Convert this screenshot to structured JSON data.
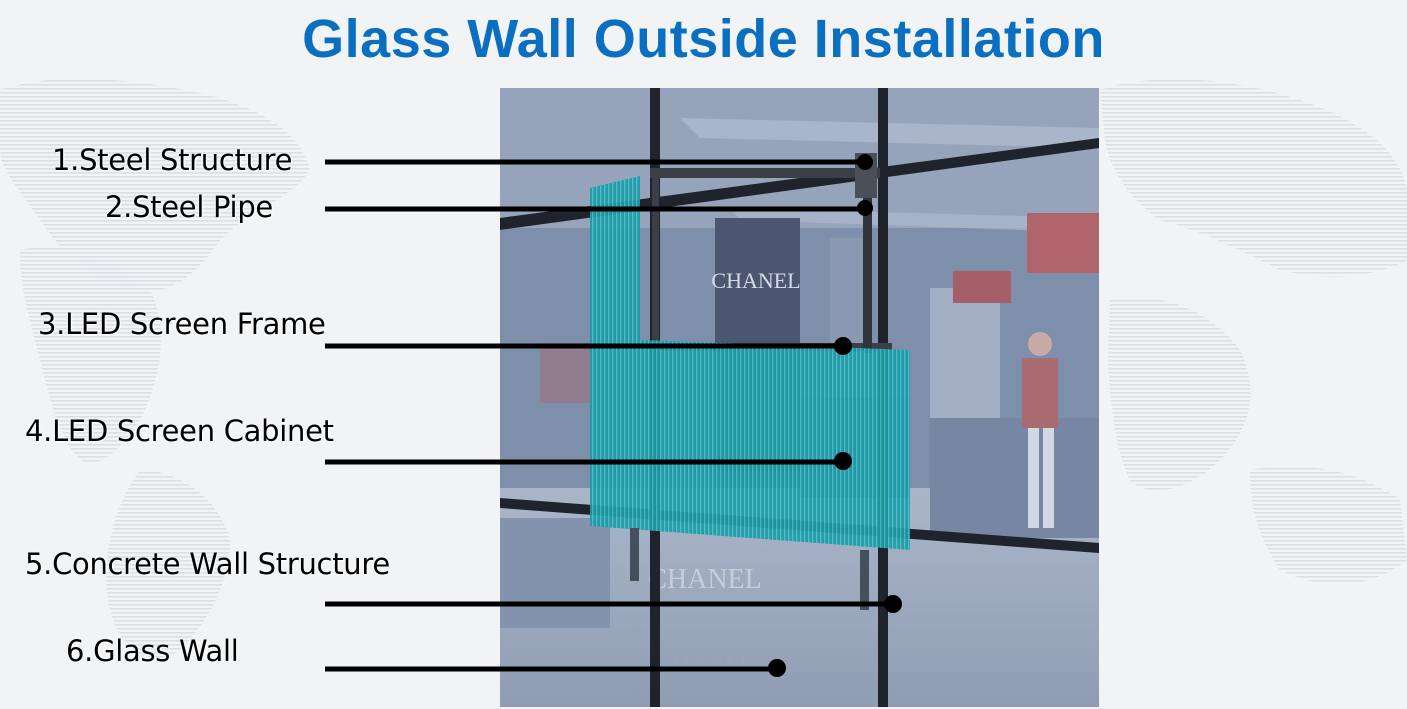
{
  "title": "Glass Wall Outside Installation",
  "labels": [
    {
      "id": "steel-structure",
      "text": "1.Steel Structure"
    },
    {
      "id": "steel-pipe",
      "text": "2.Steel Pipe"
    },
    {
      "id": "led-screen-frame",
      "text": "3.LED Screen Frame"
    },
    {
      "id": "led-screen-cabinet",
      "text": "4.LED Screen Cabinet"
    },
    {
      "id": "concrete-wall-structure",
      "text": "5.Concrete Wall Structure"
    },
    {
      "id": "glass-wall",
      "text": "6.Glass Wall"
    }
  ],
  "photo_signage": {
    "upper_brand": "CHANEL",
    "lower_brand": "CHANEL",
    "reflected_brand": "CHANEL"
  },
  "colors": {
    "title": "#0b6fc1",
    "label_text": "#000000",
    "leader_line": "#000000",
    "led_panel": "#1e9aa6",
    "photo_tint": "#7e8fac"
  }
}
